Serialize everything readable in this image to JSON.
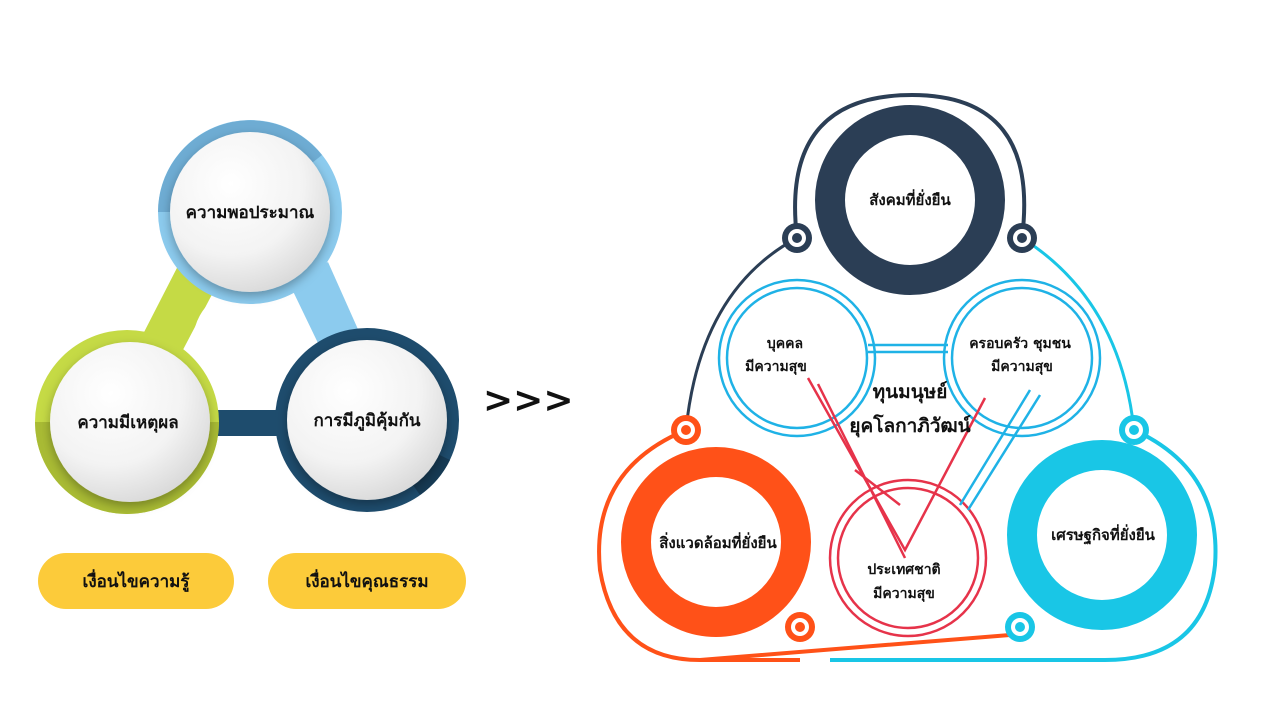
{
  "colors": {
    "light_blue": "#8ccbee",
    "light_blue_dark": "#6aa9cf",
    "lime": "#c5da45",
    "lime_dark": "#a9bb34",
    "navy": "#1e4c6d",
    "navy_dark": "#163a54",
    "pill": "#fccb3a",
    "arrow": "#f5b400",
    "dark_ring": "#2b3e55",
    "orange": "#ff5118",
    "cyan": "#19c6e6",
    "line_blue": "#1fb2e6",
    "line_red": "#e6334a"
  },
  "left_diagram": {
    "circles": [
      {
        "label": "ความพอประมาณ"
      },
      {
        "label": "ความมีเหตุผล"
      },
      {
        "label": "การมีภูมิคุ้มกัน"
      }
    ],
    "conditions": [
      {
        "label": "เงื่อนไขความรู้"
      },
      {
        "label": "เงื่อนไขคุณธรรม"
      }
    ]
  },
  "arrow": {
    "text": ">>>"
  },
  "right_diagram": {
    "center_title_1": "ทุนมนุษย์",
    "center_title_2": "ยุคโลกาภิวัฒน์",
    "outer_rings": [
      {
        "label": "สังคมที่ยั่งยืน"
      },
      {
        "label": "สิ่งแวดล้อมที่ยั่งยืน"
      },
      {
        "label": "เศรษฐกิจที่ยั่งยืน"
      }
    ],
    "inner_circles": [
      {
        "line1": "บุคคล",
        "line2": "มีความสุข"
      },
      {
        "line1": "ครอบครัว ชุมชน",
        "line2": "มีความสุข"
      },
      {
        "line1": "ประเทศชาติ",
        "line2": "มีความสุข"
      }
    ]
  }
}
